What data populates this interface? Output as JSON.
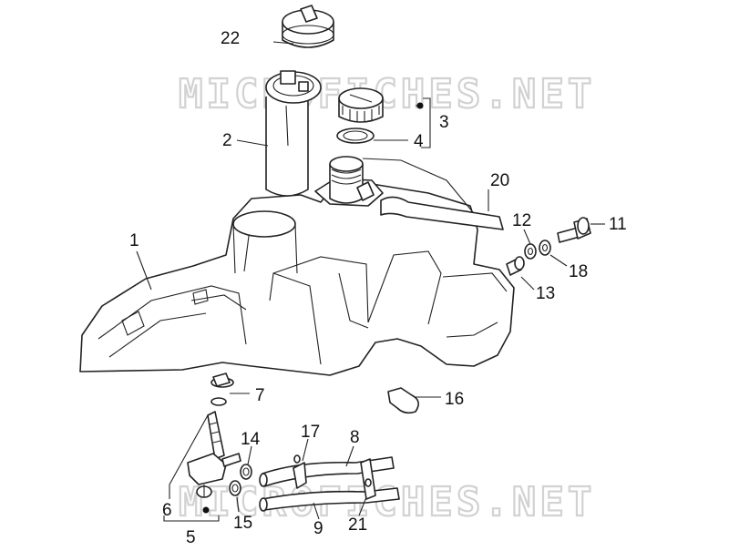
{
  "watermark": "MICROFICHES.NET",
  "colors": {
    "line": "#222222",
    "watermark": "#d2d2d2",
    "background": "#ffffff"
  },
  "parts": [
    {
      "id": "p1",
      "label": "1"
    },
    {
      "id": "p2",
      "label": "2"
    },
    {
      "id": "p3",
      "label": "3"
    },
    {
      "id": "p4",
      "label": "4"
    },
    {
      "id": "p5",
      "label": "5"
    },
    {
      "id": "p6",
      "label": "6"
    },
    {
      "id": "p7",
      "label": "7"
    },
    {
      "id": "p8",
      "label": "8"
    },
    {
      "id": "p9",
      "label": "9"
    },
    {
      "id": "p11",
      "label": "11"
    },
    {
      "id": "p12",
      "label": "12"
    },
    {
      "id": "p13",
      "label": "13"
    },
    {
      "id": "p14",
      "label": "14"
    },
    {
      "id": "p15",
      "label": "15"
    },
    {
      "id": "p16",
      "label": "16"
    },
    {
      "id": "p17",
      "label": "17"
    },
    {
      "id": "p18",
      "label": "18"
    },
    {
      "id": "p20",
      "label": "20"
    },
    {
      "id": "p21",
      "label": "21"
    },
    {
      "id": "p22",
      "label": "22"
    }
  ]
}
